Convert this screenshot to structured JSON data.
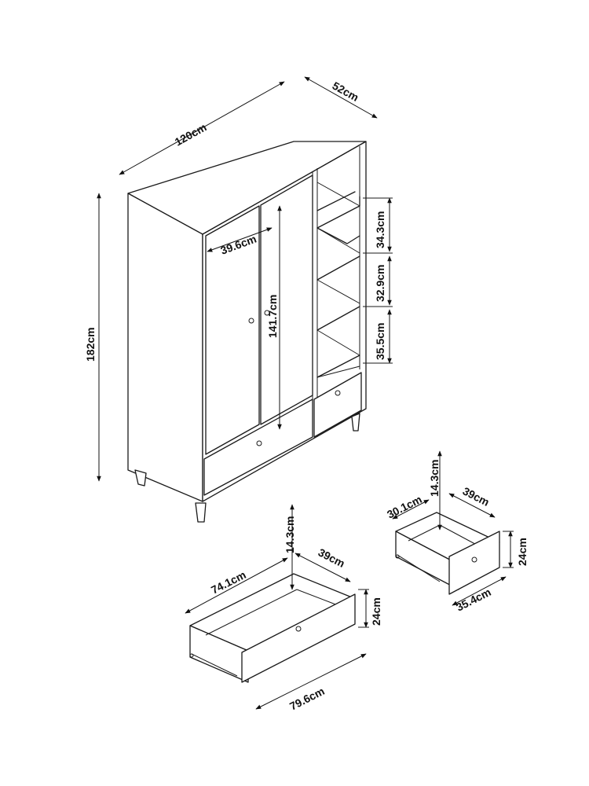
{
  "diagram": {
    "overall_width": "120cm",
    "overall_depth": "52cm",
    "overall_height": "182cm",
    "door_width": "39.6cm",
    "door_height": "141.7cm",
    "shelf_gap_top": "34.3cm",
    "shelf_gap_middle": "32.9cm",
    "shelf_gap_bottom": "35.5cm"
  },
  "large_drawer": {
    "inner_width": "74.1cm",
    "inner_height": "14.3cm",
    "depth": "39cm",
    "front_height": "24cm",
    "front_width": "79.6cm"
  },
  "small_drawer": {
    "inner_width": "30.1cm",
    "inner_height": "14.3cm",
    "depth": "39cm",
    "front_height": "24cm",
    "front_width": "35.4cm"
  },
  "colors": {
    "line": "#1a1a1a",
    "background": "#ffffff"
  }
}
